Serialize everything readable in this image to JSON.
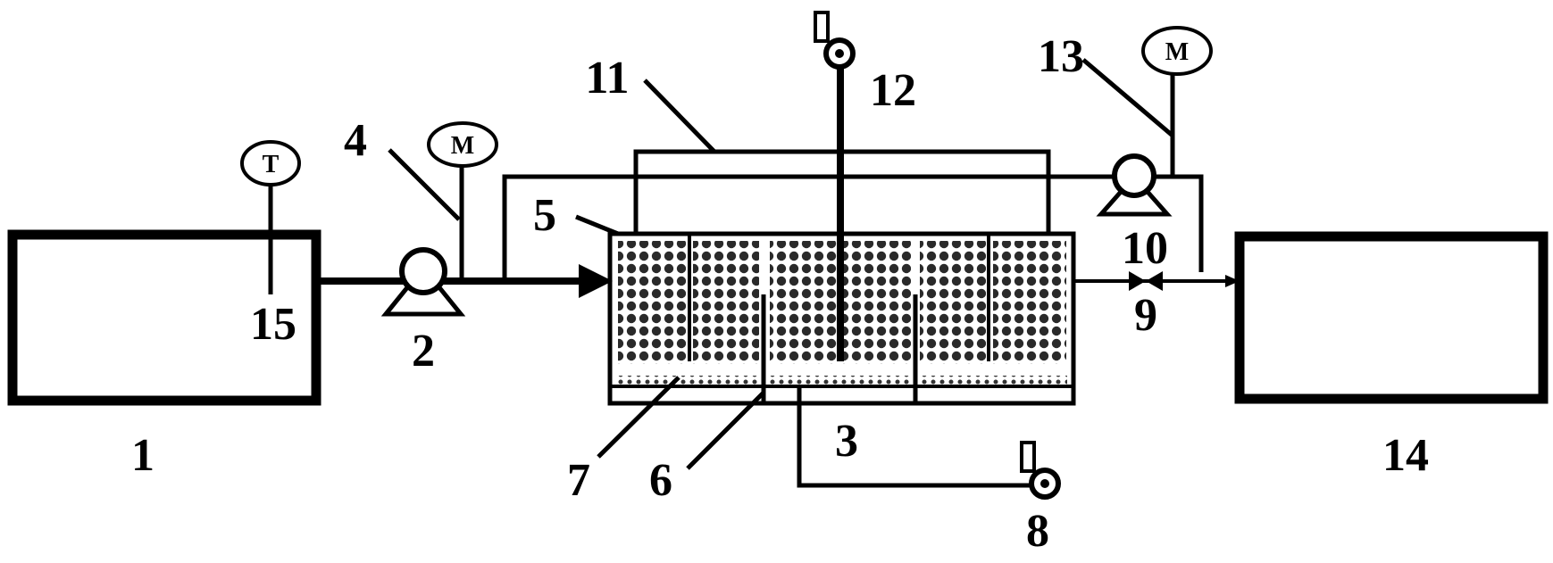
{
  "labels": {
    "n1": "1",
    "n2": "2",
    "n3": "3",
    "n4": "4",
    "n5": "5",
    "n6": "6",
    "n7": "7",
    "n8": "8",
    "n9": "9",
    "n10": "10",
    "n11": "11",
    "n12": "12",
    "n13": "13",
    "n14": "14",
    "n15": "15"
  },
  "meters": {
    "thermometer": "T",
    "flowmeter_4": "M",
    "flowmeter_13": "M"
  },
  "colors": {
    "line": "#000000",
    "background": "#ffffff",
    "media": "#2a2a2a"
  },
  "icons": [
    "pump-icon",
    "valve-icon",
    "blower-icon",
    "arrow-icon"
  ]
}
